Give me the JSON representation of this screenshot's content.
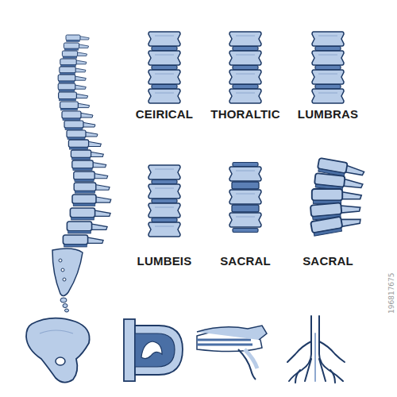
{
  "diagram": {
    "labels": [
      "CEIRICAL",
      "THORALTIC",
      "LUMBRAS",
      "LUMBEIS",
      "SACRAL",
      "SACRAL",
      "196817675"
    ]
  }
}
